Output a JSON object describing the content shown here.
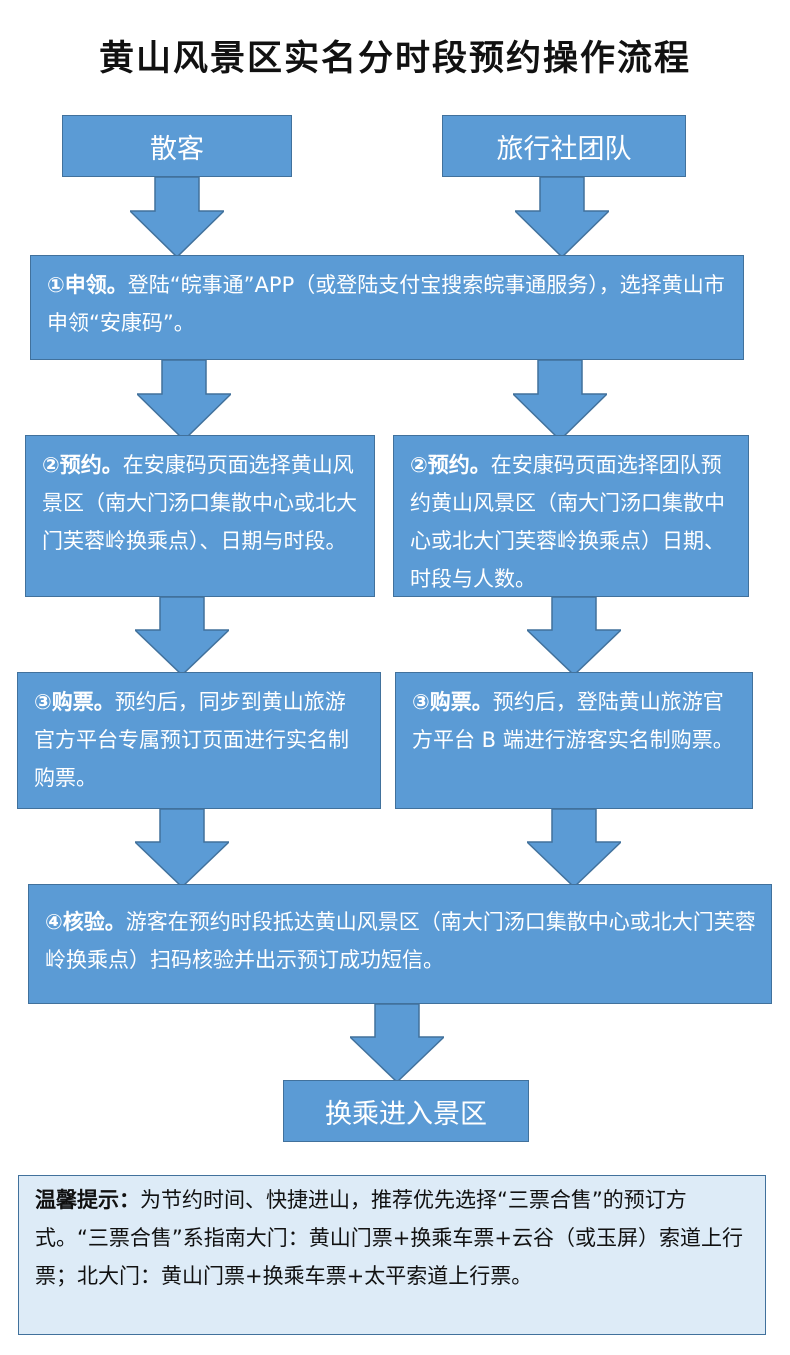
{
  "title": "黄山风景区实名分时段预约操作流程",
  "colors": {
    "box_fill": "#5b9bd5",
    "box_border": "#41719c",
    "note_fill": "#ddebf7"
  },
  "start": {
    "individual": "散客",
    "group": "旅行社团队"
  },
  "step1": {
    "heading": "①申领。",
    "text": "登陆“皖事通”APP（或登陆支付宝搜索皖事通服务），选择黄山市申领“安康码”。"
  },
  "step2": {
    "left": {
      "heading": "②预约。",
      "text": "在安康码页面选择黄山风景区（南大门汤口集散中心或北大门芙蓉岭换乘点）、日期与时段。"
    },
    "right": {
      "heading": "②预约。",
      "text": "在安康码页面选择团队预约黄山风景区（南大门汤口集散中心或北大门芙蓉岭换乘点）日期、时段与人数。"
    }
  },
  "step3": {
    "left": {
      "heading": "③购票。",
      "text": "预约后，同步到黄山旅游官方平台专属预订页面进行实名制购票。"
    },
    "right": {
      "heading": "③购票。",
      "text": "预约后，登陆黄山旅游官方平台 B 端进行游客实名制购票。"
    }
  },
  "step4": {
    "heading": "④核验。",
    "text": "游客在预约时段抵达黄山风景区（南大门汤口集散中心或北大门芙蓉岭换乘点）扫码核验并出示预订成功短信。"
  },
  "end": "换乘进入景区",
  "note": {
    "heading": "温馨提示：",
    "text": "为节约时间、快捷进山，推荐优先选择“三票合售”的预订方式。“三票合售”系指南大门：黄山门票+换乘车票+云谷（或玉屏）索道上行票；北大门：黄山门票+换乘车票+太平索道上行票。"
  }
}
